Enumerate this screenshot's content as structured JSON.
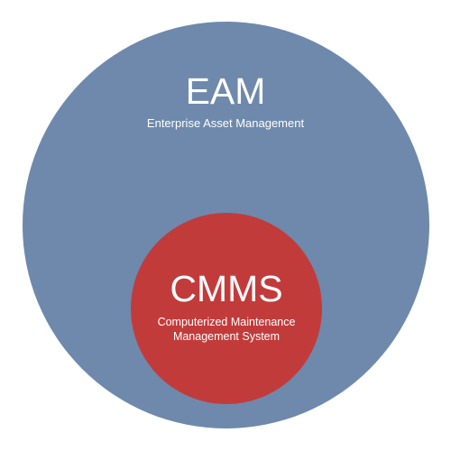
{
  "outer": {
    "title": "EAM",
    "subtitle": "Enterprise Asset Management",
    "color": "#6e89ab"
  },
  "inner": {
    "title": "CMMS",
    "subtitle_line1": "Computerized Maintenance",
    "subtitle_line2": "Management System",
    "color": "#c23b3b"
  }
}
